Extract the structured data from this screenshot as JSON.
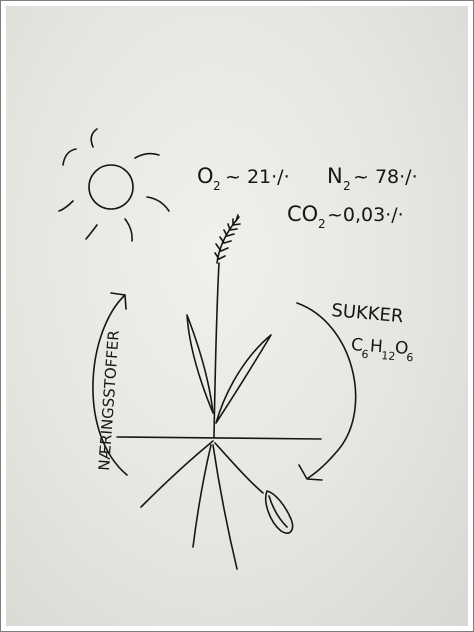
{
  "atmosphere": {
    "o2": {
      "symbol": "O",
      "subscript": "2",
      "value": "~ 21·/·"
    },
    "n2": {
      "symbol": "N",
      "subscript": "2",
      "value": "~ 78·/·"
    },
    "co2": {
      "symbol": "CO",
      "subscript": "2",
      "value": "~0,03·/·"
    }
  },
  "sugar": {
    "label": "SUKKER",
    "formula": {
      "c": "C",
      "c_sub": "6",
      "h": "H",
      "h_sub": "12",
      "o": "O",
      "o_sub": "6"
    }
  },
  "nutrients": {
    "label": "NÆRINGSSTOFFER"
  },
  "colors": {
    "ink": "#161616",
    "paper": "#e9e7e2"
  }
}
